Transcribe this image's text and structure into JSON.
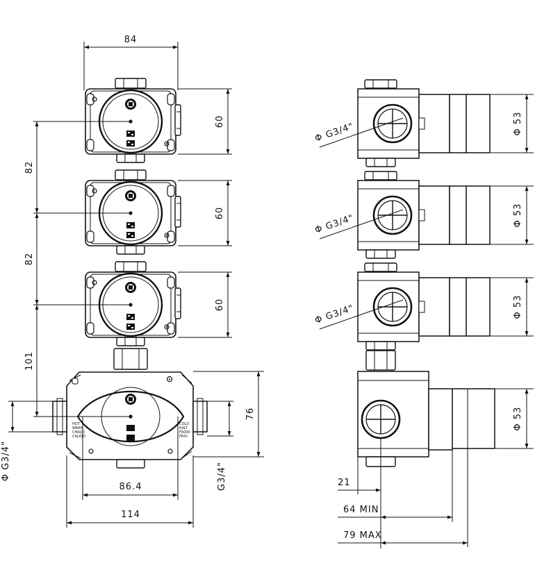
{
  "front_view": {
    "width_top": "84",
    "pitch_1": "82",
    "pitch_2": "82",
    "pitch_3": "101",
    "module_height_1": "60",
    "module_height_2": "60",
    "module_height_3": "60",
    "base_height": "76",
    "port_center": "86.4",
    "base_width": "114",
    "inlet_left": "Φ G3/4\"",
    "inlet_right": "G3/4\"",
    "label_left": [
      "HOT",
      "WARM",
      "CHAUD",
      "CALIDO"
    ],
    "label_right": [
      "COLD",
      "KALT",
      "FROID",
      "FRIO"
    ]
  },
  "side_view": {
    "thread_1": "Φ G3/4\"",
    "thread_2": "Φ G3/4\"",
    "thread_3": "Φ G3/4\"",
    "diameter_1": "Φ 53",
    "diameter_2": "Φ 53",
    "diameter_3": "Φ 53",
    "diameter_4": "Φ 53",
    "depth_base": "21",
    "depth_min": "64 MIN",
    "depth_max": "79 MAX"
  }
}
